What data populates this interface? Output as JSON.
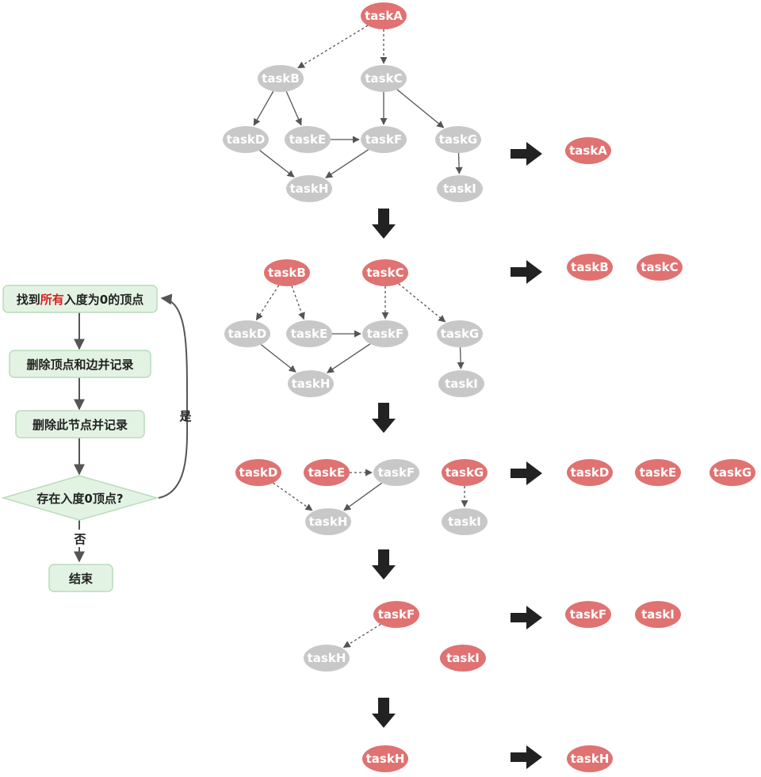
{
  "colors": {
    "active": "#e07272",
    "inactive": "#c8c8c8",
    "node_text": "#ffffff",
    "edge": "#555555",
    "big_arrow": "#222222",
    "flow_fill": "#e3f3e3",
    "flow_stroke": "#b9dcb9",
    "highlight": "#d81e1e"
  },
  "flowchart": {
    "step1": {
      "prefix": "找到",
      "highlight": "所有",
      "suffix": "入度为0的顶点"
    },
    "step2": "删除顶点和边并记录",
    "step3": "删除此节点并记录",
    "decision": "存在入度0顶点?",
    "yes_label": "是",
    "no_label": "否",
    "end": "结束"
  },
  "stages": [
    {
      "nodes": [
        {
          "id": "taskA",
          "label": "taskA",
          "state": "active"
        },
        {
          "id": "taskB",
          "label": "taskB",
          "state": "inactive"
        },
        {
          "id": "taskC",
          "label": "taskC",
          "state": "inactive"
        },
        {
          "id": "taskD",
          "label": "taskD",
          "state": "inactive"
        },
        {
          "id": "taskE",
          "label": "taskE",
          "state": "inactive"
        },
        {
          "id": "taskF",
          "label": "taskF",
          "state": "inactive"
        },
        {
          "id": "taskG",
          "label": "taskG",
          "state": "inactive"
        },
        {
          "id": "taskH",
          "label": "taskH",
          "state": "inactive"
        },
        {
          "id": "taskI",
          "label": "taskI",
          "state": "inactive"
        }
      ],
      "edges": [
        {
          "from": "taskA",
          "to": "taskB",
          "style": "dashed"
        },
        {
          "from": "taskA",
          "to": "taskC",
          "style": "dashed"
        },
        {
          "from": "taskB",
          "to": "taskD",
          "style": "solid"
        },
        {
          "from": "taskB",
          "to": "taskE",
          "style": "solid"
        },
        {
          "from": "taskC",
          "to": "taskF",
          "style": "solid"
        },
        {
          "from": "taskC",
          "to": "taskG",
          "style": "solid"
        },
        {
          "from": "taskE",
          "to": "taskF",
          "style": "solid"
        },
        {
          "from": "taskD",
          "to": "taskH",
          "style": "solid"
        },
        {
          "from": "taskF",
          "to": "taskH",
          "style": "solid"
        },
        {
          "from": "taskG",
          "to": "taskI",
          "style": "solid"
        }
      ],
      "result": [
        "taskA"
      ]
    },
    {
      "nodes": [
        {
          "id": "taskB",
          "label": "taskB",
          "state": "active"
        },
        {
          "id": "taskC",
          "label": "taskC",
          "state": "active"
        },
        {
          "id": "taskD",
          "label": "taskD",
          "state": "inactive"
        },
        {
          "id": "taskE",
          "label": "taskE",
          "state": "inactive"
        },
        {
          "id": "taskF",
          "label": "taskF",
          "state": "inactive"
        },
        {
          "id": "taskG",
          "label": "taskG",
          "state": "inactive"
        },
        {
          "id": "taskH",
          "label": "taskH",
          "state": "inactive"
        },
        {
          "id": "taskI",
          "label": "taskI",
          "state": "inactive"
        }
      ],
      "edges": [
        {
          "from": "taskB",
          "to": "taskD",
          "style": "dashed"
        },
        {
          "from": "taskB",
          "to": "taskE",
          "style": "dashed"
        },
        {
          "from": "taskC",
          "to": "taskF",
          "style": "dashed"
        },
        {
          "from": "taskC",
          "to": "taskG",
          "style": "dashed"
        },
        {
          "from": "taskE",
          "to": "taskF",
          "style": "solid"
        },
        {
          "from": "taskD",
          "to": "taskH",
          "style": "solid"
        },
        {
          "from": "taskF",
          "to": "taskH",
          "style": "solid"
        },
        {
          "from": "taskG",
          "to": "taskI",
          "style": "solid"
        }
      ],
      "result": [
        "taskB",
        "taskC"
      ]
    },
    {
      "nodes": [
        {
          "id": "taskD",
          "label": "taskD",
          "state": "active"
        },
        {
          "id": "taskE",
          "label": "taskE",
          "state": "active"
        },
        {
          "id": "taskF",
          "label": "taskF",
          "state": "inactive"
        },
        {
          "id": "taskG",
          "label": "taskG",
          "state": "active"
        },
        {
          "id": "taskH",
          "label": "taskH",
          "state": "inactive"
        },
        {
          "id": "taskI",
          "label": "taskI",
          "state": "inactive"
        }
      ],
      "edges": [
        {
          "from": "taskE",
          "to": "taskF",
          "style": "dashed"
        },
        {
          "from": "taskD",
          "to": "taskH",
          "style": "dashed"
        },
        {
          "from": "taskF",
          "to": "taskH",
          "style": "solid"
        },
        {
          "from": "taskG",
          "to": "taskI",
          "style": "dashed"
        }
      ],
      "result": [
        "taskD",
        "taskE",
        "taskG"
      ]
    },
    {
      "nodes": [
        {
          "id": "taskF",
          "label": "taskF",
          "state": "active"
        },
        {
          "id": "taskH",
          "label": "taskH",
          "state": "inactive"
        },
        {
          "id": "taskI",
          "label": "taskI",
          "state": "active"
        }
      ],
      "edges": [
        {
          "from": "taskF",
          "to": "taskH",
          "style": "dashed"
        }
      ],
      "result": [
        "taskF",
        "taskI"
      ]
    },
    {
      "nodes": [
        {
          "id": "taskH",
          "label": "taskH",
          "state": "active"
        }
      ],
      "edges": [],
      "result": [
        "taskH"
      ]
    }
  ]
}
